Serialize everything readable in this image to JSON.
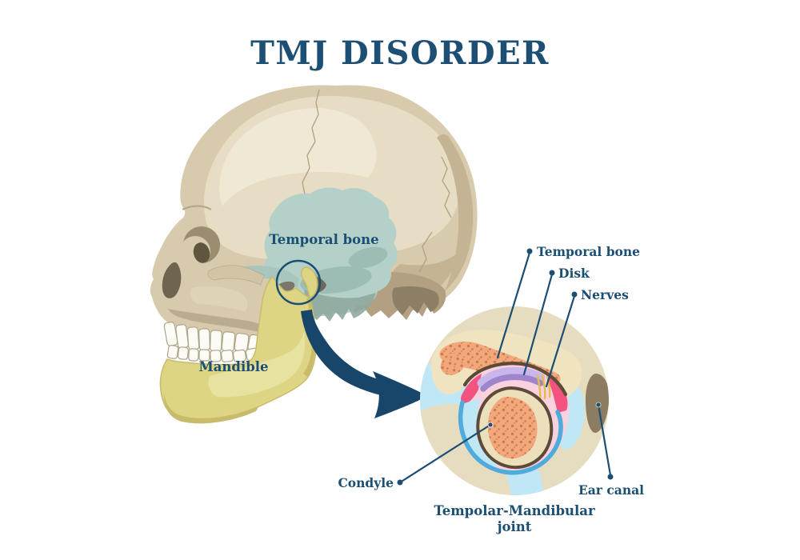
{
  "title": "TMJ DISORDER",
  "skull": {
    "labels": {
      "temporal_bone": "Temporal bone",
      "mandible": "Mandible"
    }
  },
  "inset": {
    "labels": {
      "temporal_bone": "Temporal bone",
      "disk": "Disk",
      "nerves": "Nerves",
      "condyle": "Condyle",
      "ear_canal": "Ear canal"
    },
    "caption": {
      "line1": "Tempolar-Mandibular",
      "line2": "joint"
    }
  },
  "colors": {
    "background": "#ffffff",
    "accent_navy": "#1b4e73",
    "skull_bone": "#d8cbad",
    "temporal_bone_region": "#b4d1c9",
    "mandible_yellow": "#ddd584",
    "teeth_white": "#fcfbf5",
    "inset_background": "#e6ddc1",
    "cortical_bone": "#ece0bc",
    "spongy_bone": "#f2a87d",
    "articular_disk_purple": "#9f85cc",
    "nerves_yellow": "#e3bd45",
    "joint_capsule_blue": "#4fabdc",
    "synovial_light_blue": "#bfe7f6",
    "soft_tissue_pink": "#f2547f",
    "soft_tissue_light_pink": "#fad2df",
    "ear_canal_taupe": "#8b7c62"
  }
}
